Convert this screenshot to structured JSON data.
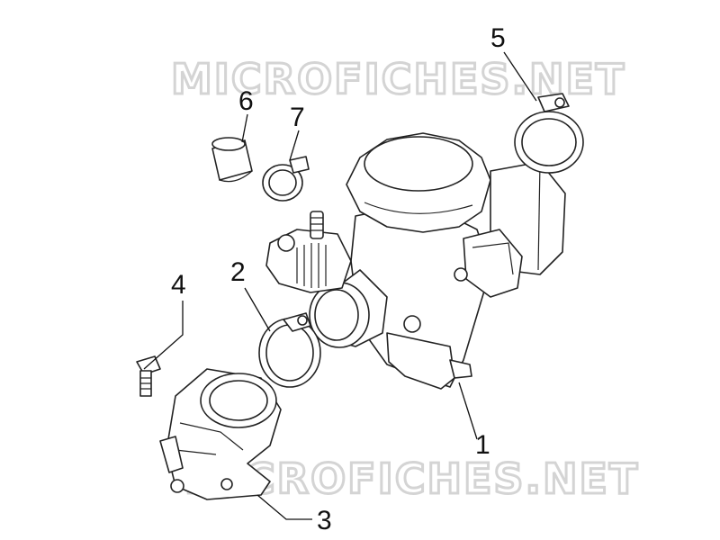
{
  "watermarks": [
    "MICROFICHES.NET",
    "MICROFICHES.NET"
  ],
  "callouts": [
    {
      "id": "1",
      "label": "1"
    },
    {
      "id": "2",
      "label": "2"
    },
    {
      "id": "3",
      "label": "3"
    },
    {
      "id": "4",
      "label": "4"
    },
    {
      "id": "5",
      "label": "5"
    },
    {
      "id": "6",
      "label": "6"
    },
    {
      "id": "7",
      "label": "7"
    }
  ],
  "colors": {
    "line": "#222222",
    "watermark": "#d4d4d4",
    "background": "#ffffff"
  }
}
